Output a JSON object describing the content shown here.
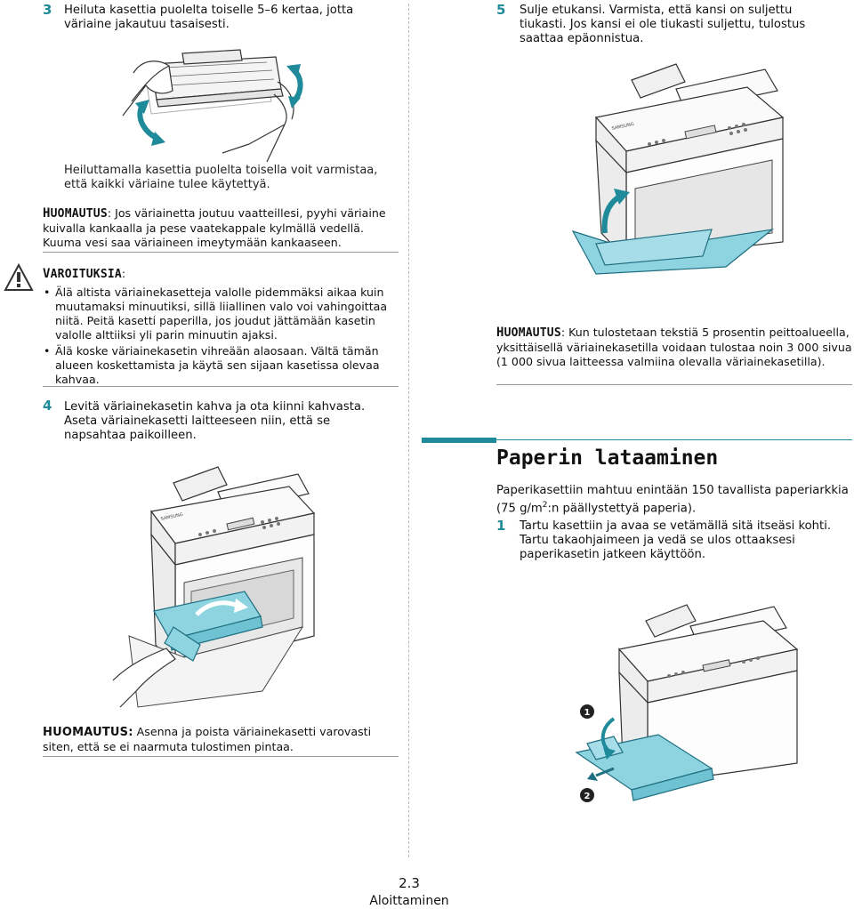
{
  "left": {
    "step3": {
      "number": "3",
      "text": "Heiluta kasettia puolelta toiselle 5–6 kertaa, jotta väriaine jakautuu tasaisesti."
    },
    "shake_caption": "Heiluttamalla kasettia puolelta toisella voit varmistaa, että kaikki väriaine tulee käytettyä.",
    "note1": {
      "label_first": "H",
      "label_rest": "UOMAUTUS",
      "text": ": Jos väriainetta joutuu vaatteillesi, pyyhi väriaine kuivalla kankaalla ja pese vaatekappale kylmällä vedellä. Kuuma vesi saa väriaineen imeytymään kankaaseen."
    },
    "warning": {
      "label_first": "V",
      "label_rest": "AROITUKSIA",
      "label_suffix": ":",
      "items": [
        "Älä altista väriainekasetteja valolle pidemmäksi aikaa kuin muutamaksi minuutiksi, sillä liiallinen valo voi vahingoittaa niitä. Peitä kasetti paperilla, jos joudut jättämään kasetin valolle alttiiksi yli parin minuutin ajaksi.",
        "Älä koske väriainekasetin vihreään alaosaan. Vältä tämän alueen koskettamista ja käytä sen sijaan kasetissa olevaa kahvaa."
      ]
    },
    "step4": {
      "number": "4",
      "text": "Levitä väriainekasetin kahva ja ota kiinni kahvasta. Aseta väriainekasetti laitteeseen niin, että se napsahtaa paikoilleen."
    },
    "note2": {
      "label": "HUOMAUTUS:",
      "text": " Asenna ja poista väriainekasetti varovasti siten, että se ei naarmuta tulostimen pintaa."
    }
  },
  "right": {
    "step5": {
      "number": "5",
      "text": "Sulje etukansi. Varmista, että kansi on suljettu tiukasti. Jos kansi ei ole tiukasti suljettu, tulostus saattaa epäonnistua."
    },
    "note3": {
      "label_first": "H",
      "label_rest": "UOMAUTUS",
      "text": ": Kun tulostetaan tekstiä 5 prosentin peittoalueella, yksittäisellä väriainekasetilla voidaan tulostaa noin 3 000 sivua (1 000 sivua laitteessa valmiina olevalla väriainekasetilla)."
    },
    "section_title": "Paperin lataaminen",
    "intro_before": "Paperikasettiin mahtuu enintään 150 tavallista paperiarkkia (75 g/m",
    "intro_sup": "2",
    "intro_after": ":n päällystettyä paperia).",
    "step1": {
      "number": "1",
      "text": "Tartu kasettiin ja avaa se vetämällä sitä itseäsi kohti. Tartu takaohjaimeen ja vedä se ulos ottaaksesi paperikasetin jatkeen käyttöön."
    },
    "callouts": [
      "1",
      "2"
    ],
    "brand": "SAMSUNG"
  },
  "footer": {
    "page": "2.3",
    "section": "Aloittaminen"
  },
  "colors": {
    "accent": "#1f8a9a",
    "cyan": "#8ed3e0"
  }
}
